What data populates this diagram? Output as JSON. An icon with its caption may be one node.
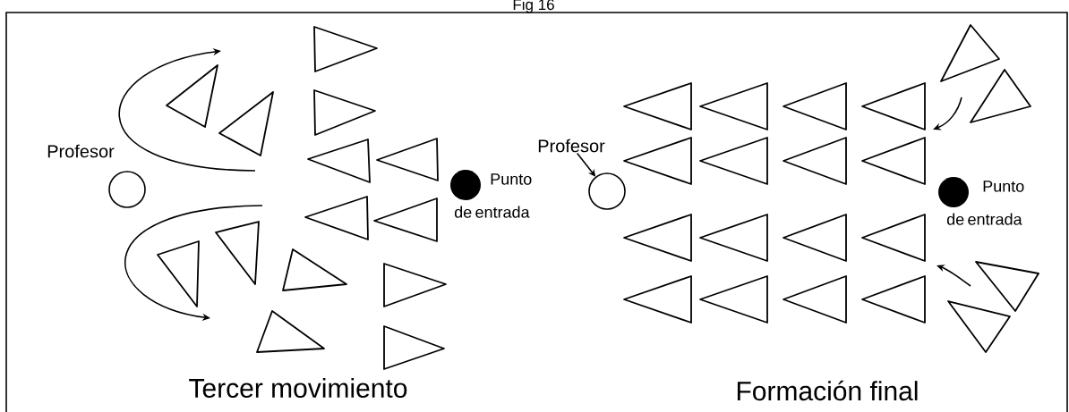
{
  "diagram": {
    "title": "Fig 16",
    "nodes": [
      {
        "text": [],
        "shape": "circle"
      },
      {
        "text": [
          "Profesor"
        ]
      },
      {
        "text": [],
        "shape": "circle"
      }
    ],
    "edges": [
      {
        "from": 1,
        "to": 2,
        "arrow": "to"
      }
    ],
    "labels": [
      "Profesor",
      "Punto de entrada",
      "Tercer movimiento",
      "Punto de entrada",
      "Formación final"
    ]
  }
}
